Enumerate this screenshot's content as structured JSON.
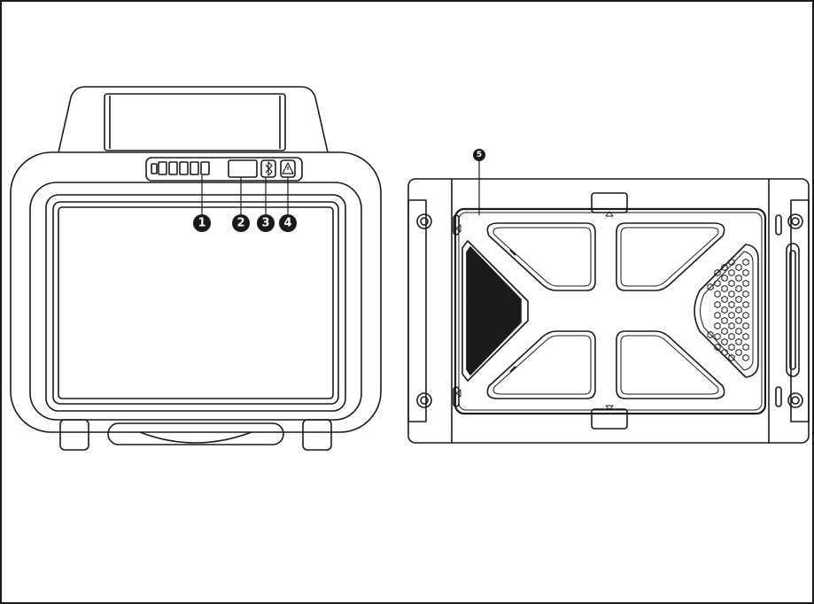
{
  "colors": {
    "line": "#1a1a1a",
    "fill_dark": "#1a1a1a",
    "background": "#ffffff",
    "callout_text": "#ffffff"
  },
  "front_view": {
    "status_icons": [
      "battery-level-icon",
      "display-window-icon",
      "bluetooth-icon",
      "warning-icon"
    ],
    "battery_segments": 5,
    "callouts": [
      {
        "number": "1",
        "target": "battery-level-indicator"
      },
      {
        "number": "2",
        "target": "display-window"
      },
      {
        "number": "3",
        "target": "bluetooth-indicator"
      },
      {
        "number": "4",
        "target": "warning-indicator"
      }
    ]
  },
  "back_view": {
    "callouts": [
      {
        "number": "5",
        "target": "rear-panel"
      }
    ]
  }
}
